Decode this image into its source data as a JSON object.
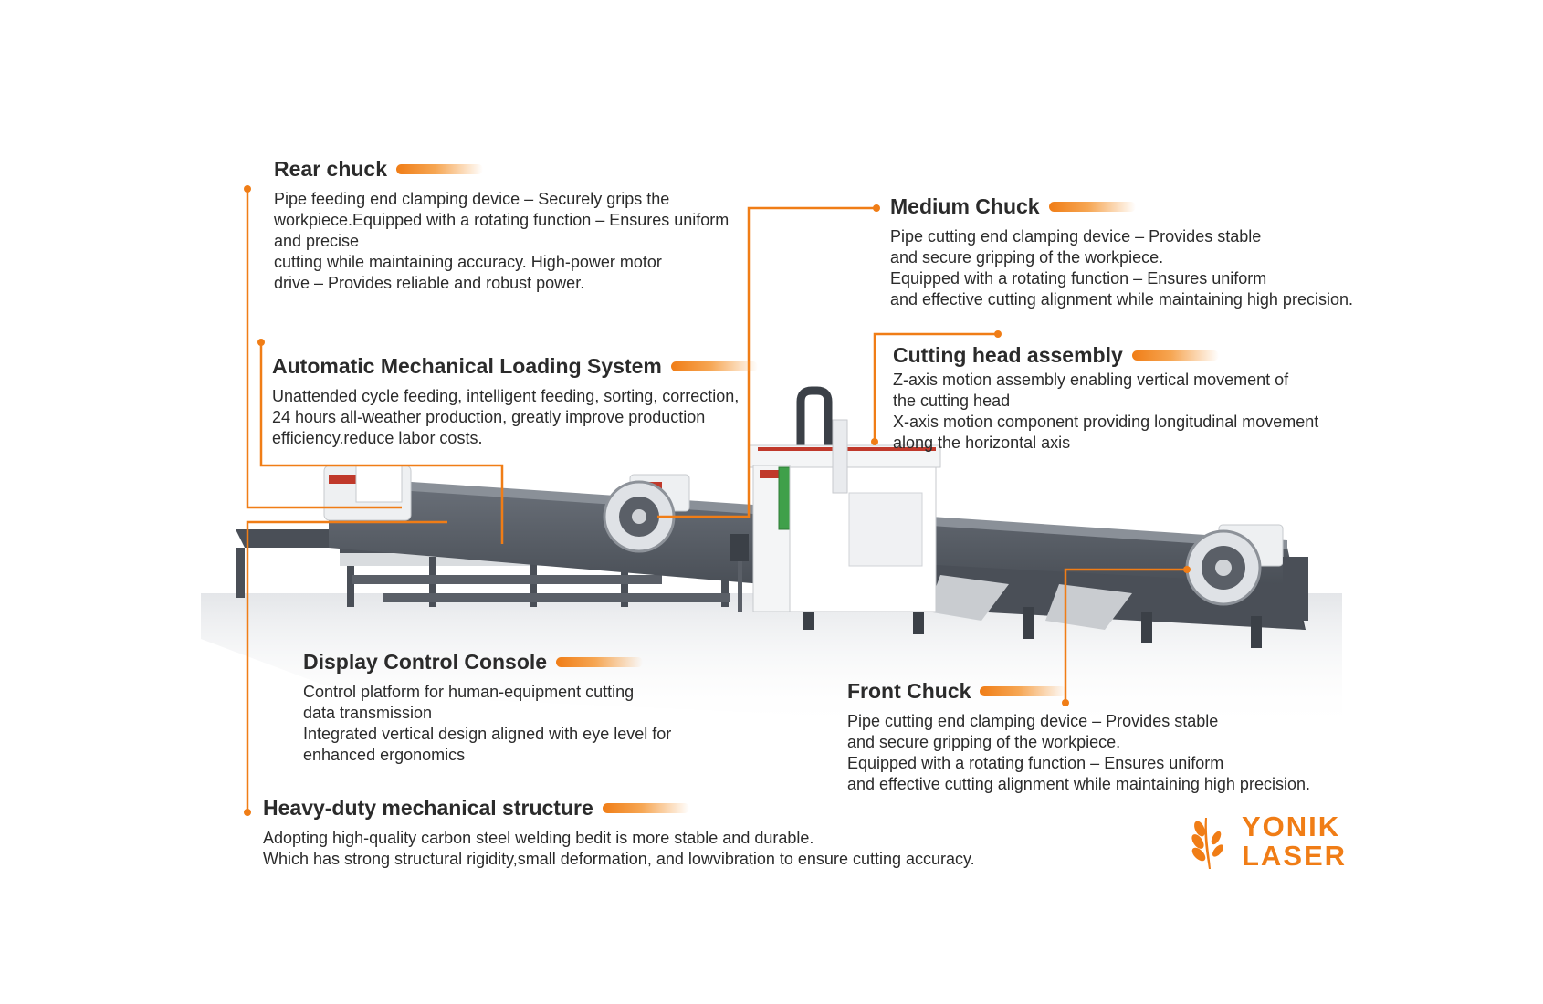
{
  "colors": {
    "accent": "#f07d16",
    "text": "#2b2b2b",
    "machine_dark": "#4a4f57",
    "machine_light": "#e9ebee",
    "laser_window": "#3fa04a"
  },
  "callouts": {
    "rear_chuck": {
      "title": "Rear chuck",
      "lines": [
        "Pipe feeding end clamping device – Securely grips the",
        "workpiece.Equipped with a rotating function – Ensures uniform",
        "and precise",
        "cutting while maintaining accuracy. High-power motor",
        "drive – Provides reliable and robust power."
      ]
    },
    "loading_system": {
      "title": "Automatic Mechanical Loading System",
      "lines": [
        "Unattended cycle feeding, intelligent feeding, sorting, correction,",
        "24 hours all-weather production, greatly improve production",
        "efficiency.reduce labor costs."
      ]
    },
    "medium_chuck": {
      "title": "Medium Chuck",
      "lines": [
        "Pipe cutting end clamping device – Provides stable",
        "and secure gripping of the workpiece.",
        "Equipped with a rotating function – Ensures uniform",
        "and effective cutting alignment while maintaining high precision."
      ]
    },
    "cutting_head": {
      "title": "Cutting head assembly",
      "lines": [
        "Z-axis motion assembly enabling vertical movement of",
        "the cutting head",
        "X-axis motion component providing longitudinal movement",
        "along the horizontal axis"
      ]
    },
    "display_console": {
      "title": "Display Control Console",
      "lines": [
        "Control platform for human-equipment cutting",
        "data transmission",
        "Integrated vertical design aligned with eye level for",
        "enhanced ergonomics"
      ]
    },
    "front_chuck": {
      "title": "Front Chuck",
      "lines": [
        "Pipe cutting end clamping device – Provides stable",
        "and secure gripping of the workpiece.",
        "Equipped with a rotating function – Ensures uniform",
        "and effective cutting alignment while maintaining high precision."
      ]
    },
    "heavy_duty": {
      "title": "Heavy-duty mechanical structure",
      "lines": [
        "Adopting high-quality carbon steel welding bedit is more stable and durable.",
        "Which has strong structural rigidity,small deformation, and lowvibration to ensure cutting accuracy."
      ]
    }
  },
  "logo": {
    "line1": "YONIK",
    "line2": "LASER",
    "icon": "wheat-icon"
  }
}
